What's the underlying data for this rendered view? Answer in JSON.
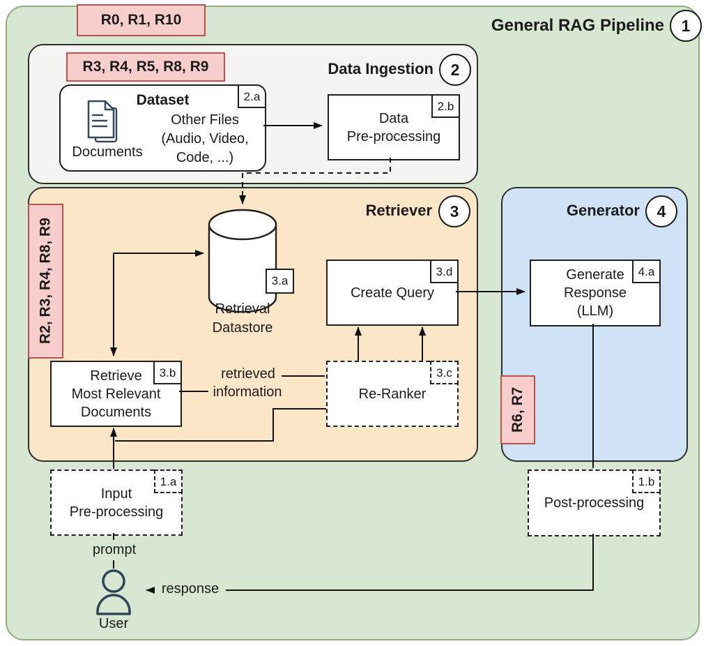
{
  "diagram": {
    "title": "General RAG Pipeline",
    "title_badge": "1",
    "risk_label_top": "R0, R1, R10",
    "colors": {
      "pipeline_green": "#d7e7d2",
      "ingestion_gray": "#f4f4f3",
      "retriever_orange": "#fce6c8",
      "generator_blue": "#cfe2f6",
      "risk_fill": "#f8cecc",
      "risk_border": "#b85450"
    },
    "sections": {
      "data_ingestion": {
        "title": "Data Ingestion",
        "badge": "2",
        "risk_label": "R3, R4, R5, R8, R9"
      },
      "retriever": {
        "title": "Retriever",
        "badge": "3",
        "risk_label": "R2, R3, R4, R8, R9"
      },
      "generator": {
        "title": "Generator",
        "badge": "4",
        "risk_label": "R6, R7"
      }
    },
    "nodes": {
      "dataset": {
        "tag": "2.a",
        "title": "Dataset",
        "icon_caption": "Documents",
        "lines": [
          "Other Files",
          "(Audio, Video,",
          "Code, ...)"
        ]
      },
      "data_preprocessing": {
        "tag": "2.b",
        "lines": [
          "Data",
          "Pre-processing"
        ]
      },
      "retrieval_datastore": {
        "tag": "3.a",
        "lines": [
          "Retrieval",
          "Datastore"
        ]
      },
      "create_query": {
        "tag": "3.d",
        "label": "Create Query"
      },
      "retrieve_docs": {
        "tag": "3.b",
        "lines": [
          "Retrieve",
          "Most Relevant",
          "Documents"
        ]
      },
      "re_ranker": {
        "tag": "3.c",
        "label": "Re-Ranker"
      },
      "generate_response": {
        "tag": "4.a",
        "lines": [
          "Generate",
          "Response",
          "(LLM)"
        ]
      },
      "input_preprocessing": {
        "tag": "1.a",
        "lines": [
          "Input",
          "Pre-processing"
        ]
      },
      "post_processing": {
        "tag": "1.b",
        "label": "Post-processing"
      }
    },
    "edge_labels": {
      "retrieved": "retrieved",
      "information": "information",
      "prompt": "prompt",
      "response": "response",
      "user": "User"
    }
  }
}
